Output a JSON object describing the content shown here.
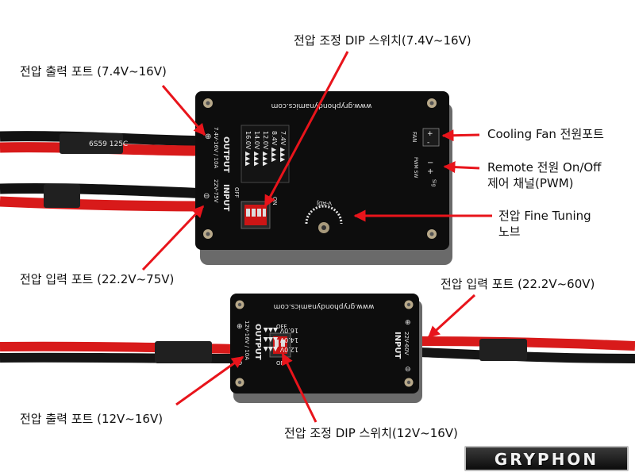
{
  "top_board": {
    "website": "www.gryphondynamics.com",
    "output_title": "OUTPUT",
    "output_spec": "7.4V-16V / 10A",
    "input_title": "INPUT",
    "input_spec": "22V-75V",
    "fan_label": "FAN",
    "pwm_label": "PWM SW",
    "sig_label": "Sig",
    "vadj_label": "V-ADJ",
    "dip_on": "ON",
    "dip_off": "OFF",
    "voltages": [
      "7.4V",
      "8.4V",
      "12.0V",
      "14.0V",
      "16.0V"
    ]
  },
  "bottom_board": {
    "website": "www.gryphondynamics.com",
    "output_title": "OUTPUT",
    "output_spec": "12V-16V / 10A",
    "input_title": "INPUT",
    "input_spec": "22V-60V",
    "dip_off": "OFF",
    "dip_on": "ON",
    "voltages": [
      "16.0V",
      "14.0V",
      "12.0V"
    ]
  },
  "annotations": {
    "dip_top": "전압 조정 DIP 스위치(7.4V~16V)",
    "out_top": "전압 출력 포트 (7.4V~16V)",
    "fan": "Cooling Fan 전원포트",
    "remote_line1": "Remote 전원 On/Off",
    "remote_line2": "제어 채널(PWM)",
    "fine_line1": "전압 Fine Tuning",
    "fine_line2": "노브",
    "in_top": "전압 입력 포트 (22.2V~75V)",
    "in_bottom": "전압 입력 포트 (22.2V~60V)",
    "out_bottom": "전압 출력 포트 (12V~16V)",
    "dip_bottom": "전압 조정 DIP 스위치(12V~16V)"
  },
  "brand": "GRYPHON",
  "colors": {
    "pcb": "#0d0d0d",
    "enclosure": "#6c6c6c",
    "arrow": "#e8141b",
    "wire_red": "#d81a1a",
    "wire_black": "#1a1a1a"
  }
}
